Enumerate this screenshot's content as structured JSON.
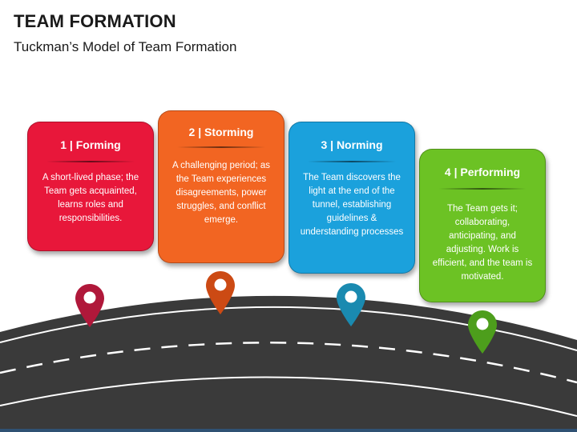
{
  "header": {
    "title": "TEAM FORMATION",
    "subtitle": "Tuckman’s Model of Team Formation"
  },
  "stages": [
    {
      "heading": "1 | Forming",
      "body": "A short-lived phase; the Team gets acquainted, learns roles and responsibilities.",
      "color": "#e8173a"
    },
    {
      "heading": "2 | Storming",
      "body": "A challenging period; as the Team experiences disagreements, power struggles, and conflict emerge.",
      "color": "#f26522"
    },
    {
      "heading": "3 | Norming",
      "body": "The Team discovers the light at the end of the tunnel, establishing guidelines & understanding processes",
      "color": "#1ba1dc"
    },
    {
      "heading": "4 | Performing",
      "body": "The Team gets it; collaborating, anticipating, and adjusting. Work is efficient, and the team is motivated.",
      "color": "#6cc224"
    }
  ],
  "pins": [
    {
      "icon": "map-pin-icon",
      "color": "#b0183a"
    },
    {
      "icon": "map-pin-icon",
      "color": "#cc4a14"
    },
    {
      "icon": "map-pin-icon",
      "color": "#1a8ab0"
    },
    {
      "icon": "map-pin-icon",
      "color": "#4d9e1c"
    }
  ],
  "colors": {
    "road": "#3a3a3a",
    "road_edge": "#9a9a9a",
    "footer_bar": "#2f5173"
  }
}
